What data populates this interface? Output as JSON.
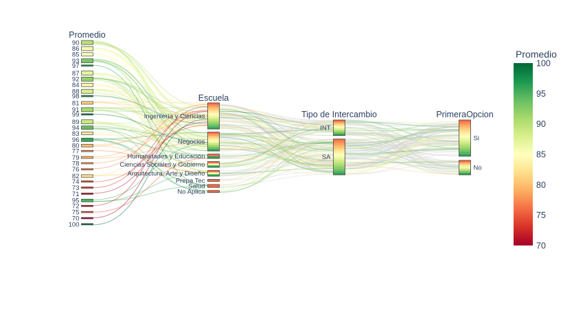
{
  "chart_data": {
    "type": "parallel_categories",
    "dimensions": [
      {
        "label": "Promedio",
        "categories": [
          "90",
          "86",
          "85",
          "93",
          "97",
          "87",
          "92",
          "84",
          "88",
          "98",
          "81",
          "91",
          "99",
          "89",
          "94",
          "83",
          "96",
          "80",
          "77",
          "79",
          "78",
          "76",
          "82",
          "74",
          "73",
          "71",
          "95",
          "72",
          "75",
          "70",
          "100"
        ]
      },
      {
        "label": "Escuela",
        "categories": [
          "Ingeniería y Ciencias",
          "Negocios",
          "Humanidades y Educación",
          "Ciencias Sociales y Gobierno",
          "Arquitectura, Arte y Diseño",
          "Prepa Tec",
          "Salud",
          "No Aplica"
        ]
      },
      {
        "label": "Tipo de Intercambio",
        "categories": [
          "INT",
          "SA"
        ]
      },
      {
        "label": "PrimeraOpcion",
        "categories": [
          "Si",
          "No"
        ]
      }
    ],
    "promedio_counts": [
      6,
      5,
      4,
      5,
      1,
      5,
      6,
      4,
      6,
      1,
      3,
      6,
      1,
      5,
      4,
      3,
      4,
      3,
      1,
      2,
      1,
      1,
      3,
      1,
      1,
      1,
      3,
      1,
      1,
      1,
      1
    ],
    "escuela_counts": [
      18,
      13,
      3,
      4,
      4,
      1,
      2,
      1
    ],
    "tipo_counts": [
      10,
      23
    ],
    "primera_counts": [
      30,
      12
    ],
    "colorbar": {
      "title": "Promedio",
      "min": 70,
      "max": 100,
      "ticks": [
        70,
        75,
        80,
        85,
        90,
        95,
        100
      ],
      "colorscale": [
        "#a50026",
        "#d73027",
        "#f46d43",
        "#fdae61",
        "#fee08b",
        "#ffffbf",
        "#d9ef8b",
        "#a6d96a",
        "#66bd63",
        "#1a9850",
        "#006837"
      ]
    }
  }
}
